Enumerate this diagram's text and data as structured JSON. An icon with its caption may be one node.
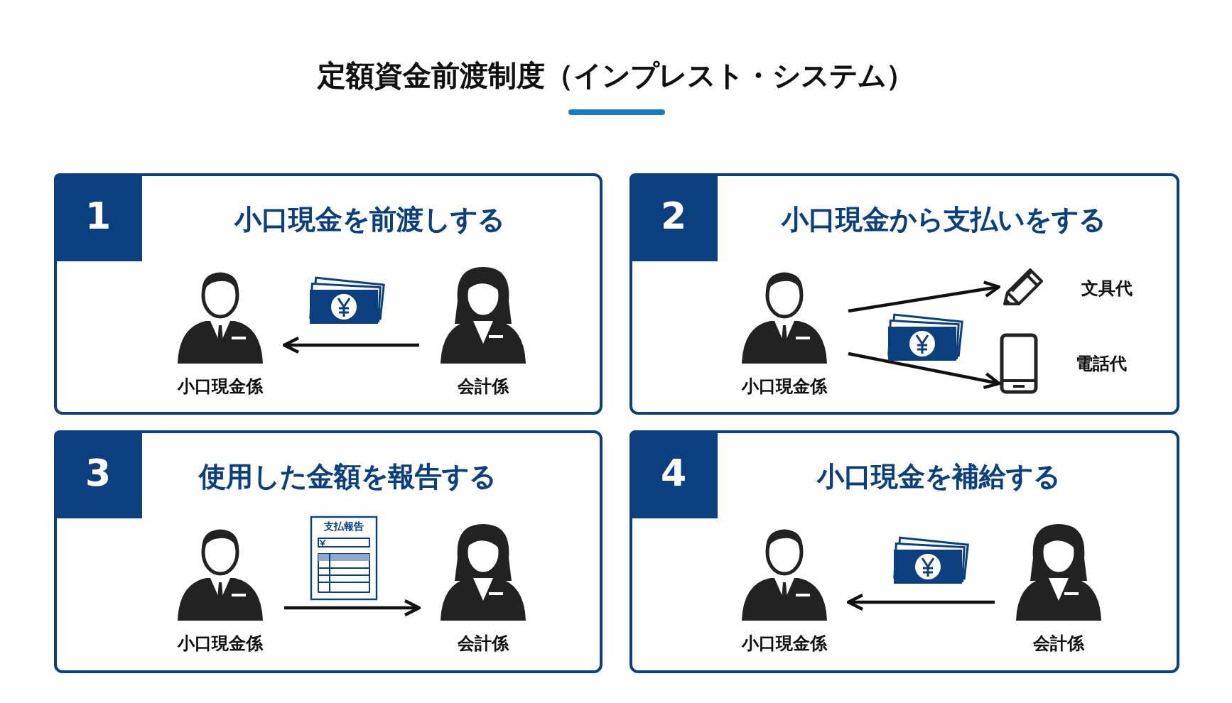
{
  "diagram": {
    "title": "定額資金前渡制度（インプレスト・システム）",
    "nodes": [
      {
        "text": [
          "1",
          "小口現金を前渡しする"
        ]
      },
      {
        "text": [
          "小口現金係"
        ],
        "in": 0
      },
      {
        "text": [
          "会計係"
        ],
        "in": 0
      },
      {
        "text": [
          "2",
          "小口現金から支払いをする"
        ]
      },
      {
        "text": [
          "小口現金係"
        ],
        "in": 3
      },
      {
        "text": [
          "文具代"
        ],
        "in": 3
      },
      {
        "text": [
          "電話代"
        ],
        "in": 3
      },
      {
        "text": [
          "3",
          "使用した金額を報告する"
        ]
      },
      {
        "text": [
          "小口現金係"
        ],
        "in": 7
      },
      {
        "text": [
          "会計係"
        ],
        "in": 7
      },
      {
        "text": [
          "4",
          "小口現金を補給する"
        ]
      },
      {
        "text": [
          "小口現金係"
        ],
        "in": 10
      },
      {
        "text": [
          "会計係"
        ],
        "in": 10
      }
    ],
    "edges": [
      {
        "from": 2,
        "to": 1,
        "arrow": "to"
      },
      {
        "from": 4,
        "to": 5,
        "arrow": "to"
      },
      {
        "from": 4,
        "to": 6,
        "arrow": "to"
      },
      {
        "from": 8,
        "to": 9,
        "arrow": "to"
      },
      {
        "from": 12,
        "to": 11,
        "arrow": "to"
      }
    ],
    "labels": [
      "支払報告"
    ]
  }
}
